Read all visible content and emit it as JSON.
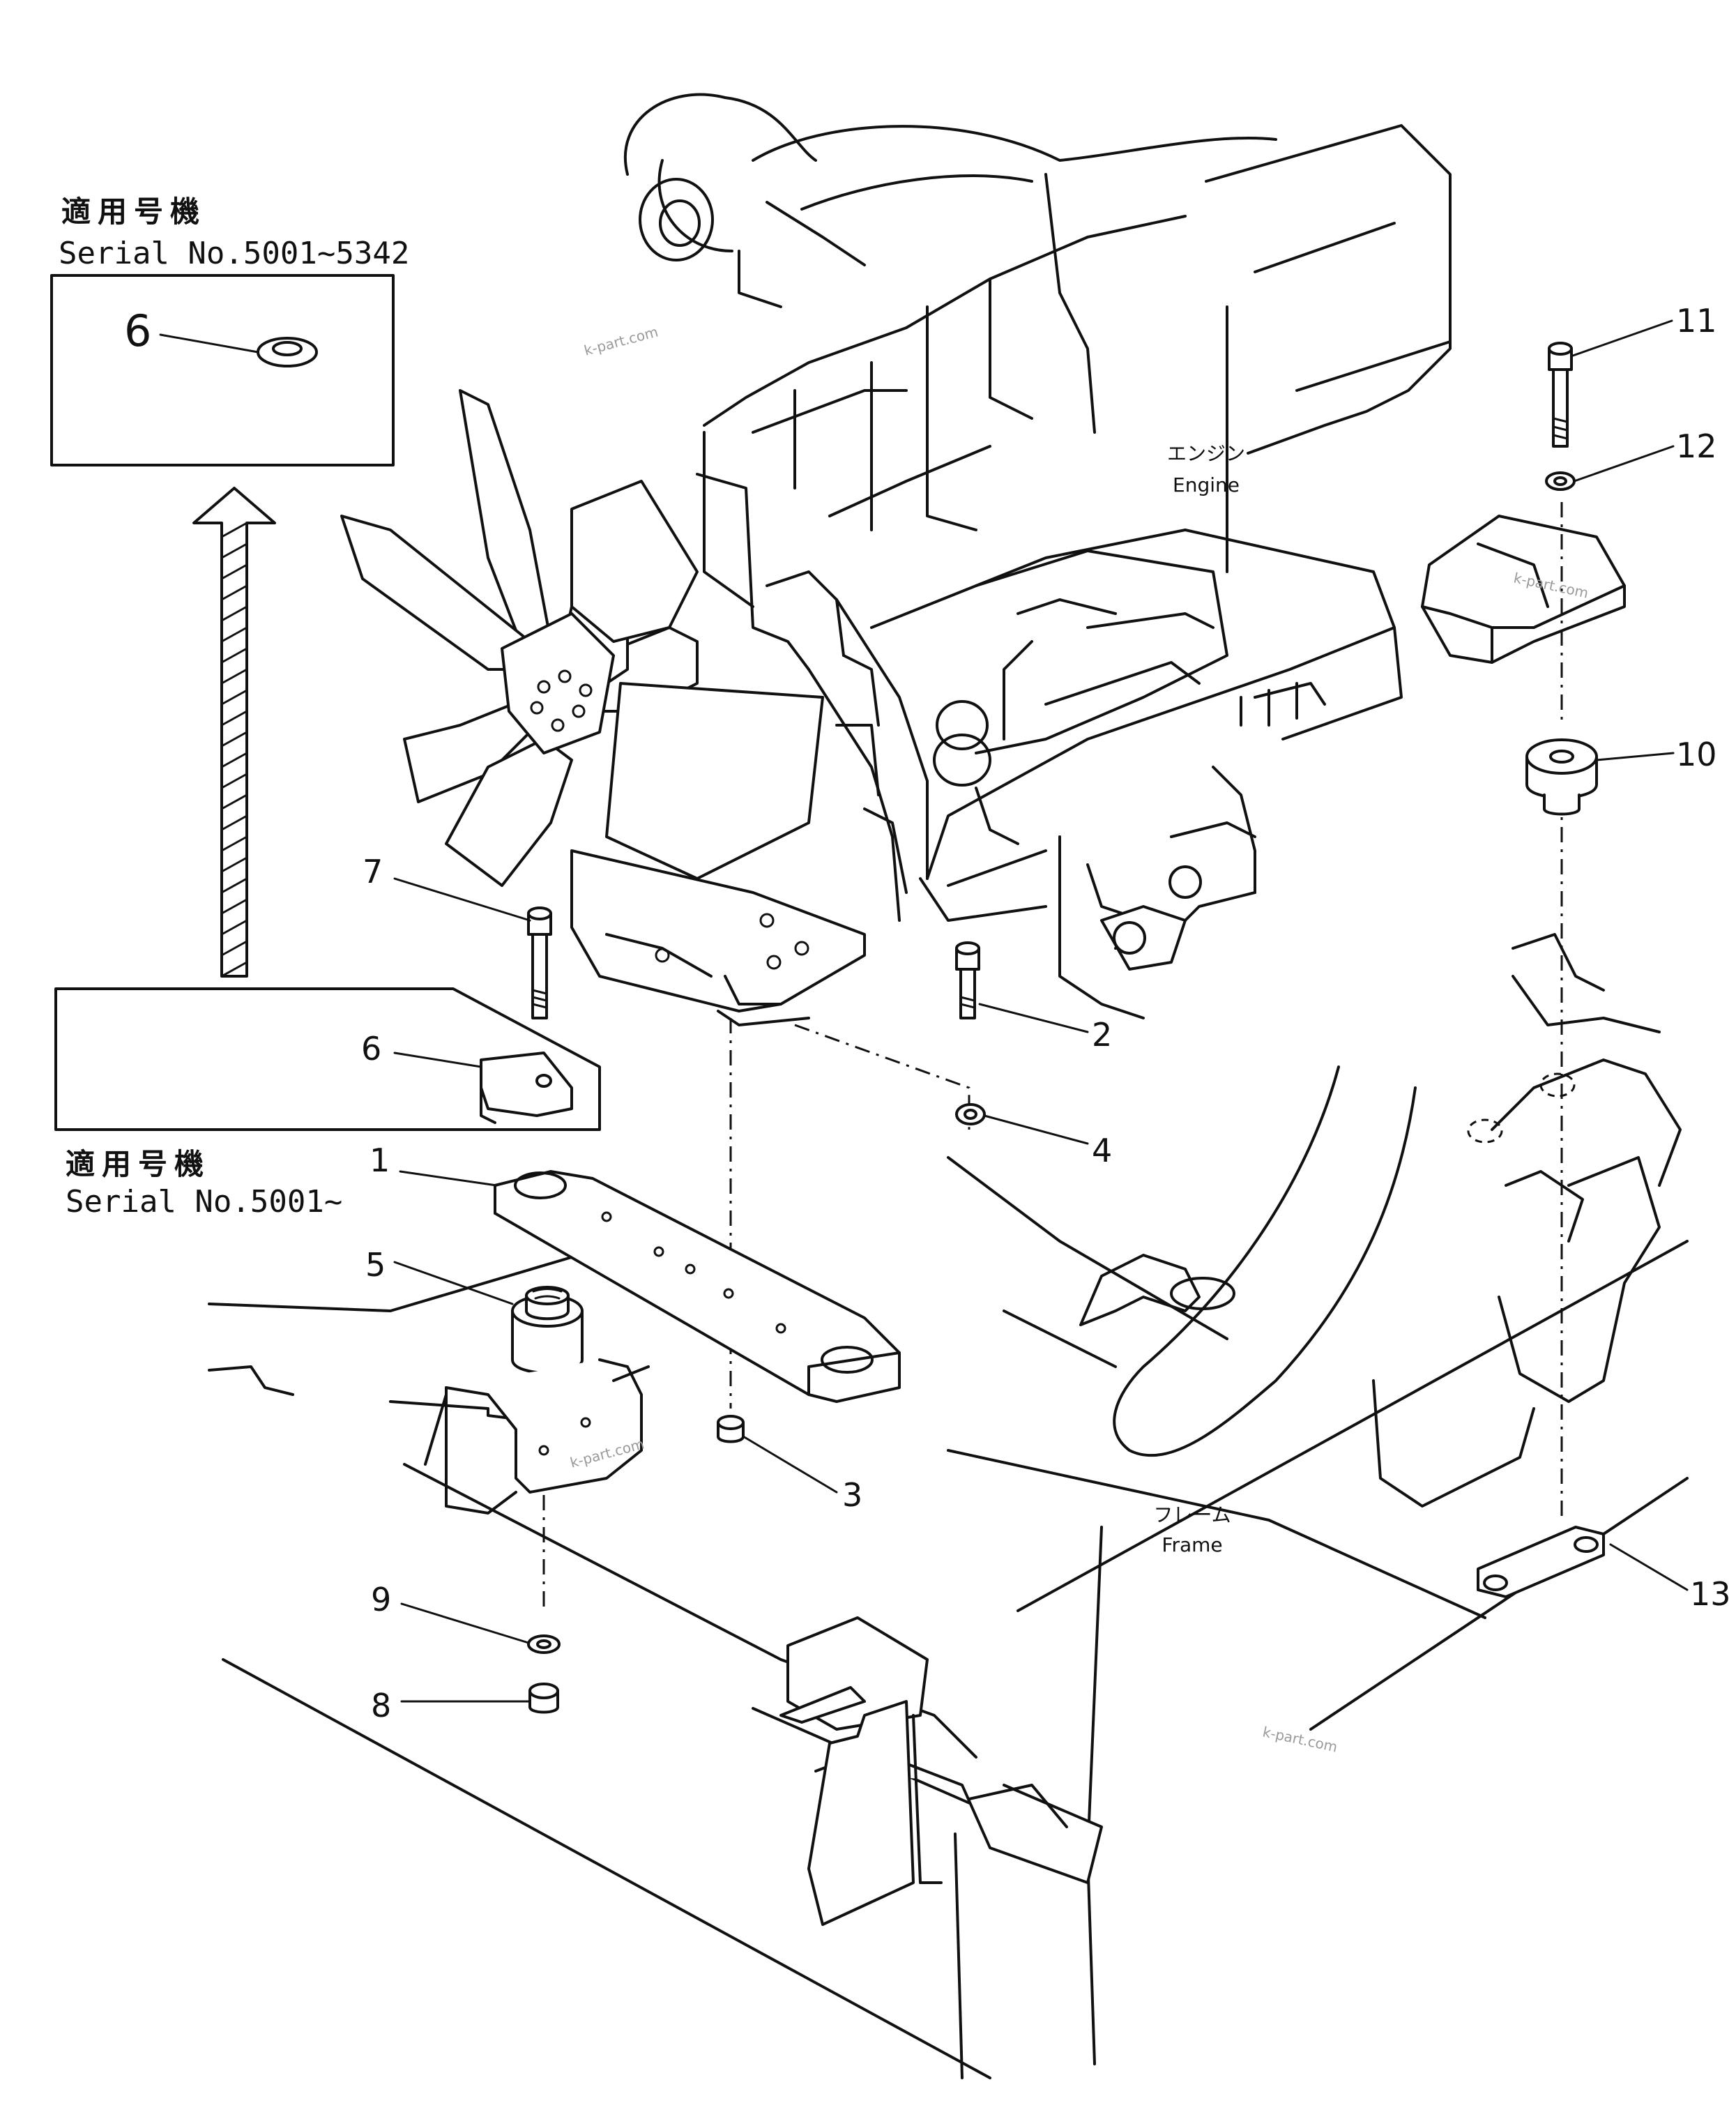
{
  "inset_top": {
    "serial_heading": "適用号機",
    "serial_range": "Serial No.5001~5342",
    "part_no": "6"
  },
  "inset_bottom": {
    "serial_heading": "適用号機",
    "serial_range": "Serial No.5001~",
    "part_no": "6"
  },
  "labels": {
    "engine_jp": "エンジン",
    "engine_en": "Engine",
    "frame_jp": "フレーム",
    "frame_en": "Frame"
  },
  "callouts": [
    "1",
    "2",
    "3",
    "4",
    "5",
    "7",
    "8",
    "9",
    "10",
    "11",
    "12",
    "13"
  ],
  "watermark": "k-part.com"
}
